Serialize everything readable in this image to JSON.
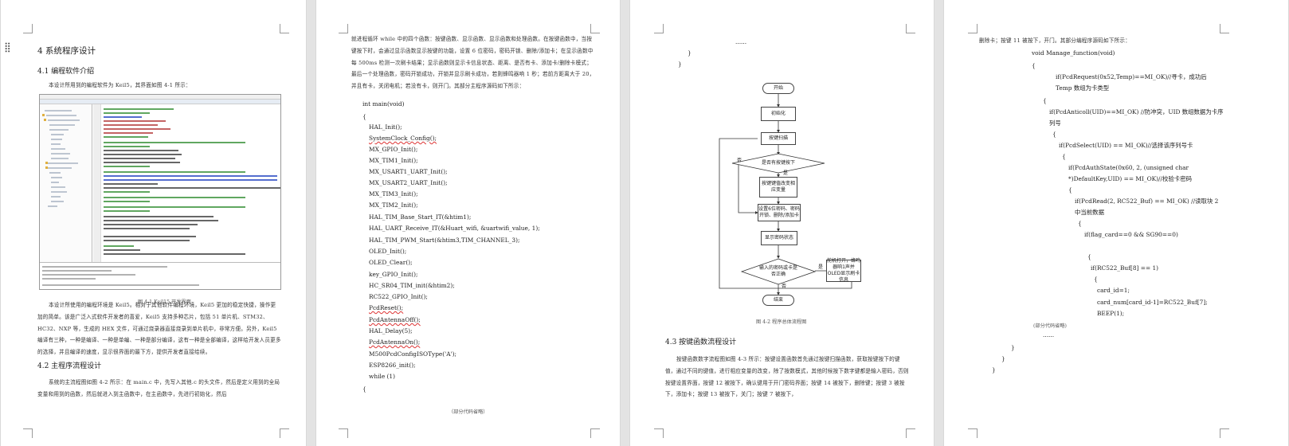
{
  "page1": {
    "chapter_title": "4  系统程序设计",
    "section_1": "4.1  编程软件介绍",
    "intro": "本设计所用到的编程软件为 Keil5，其界面如图 4-1 所示：",
    "figure_caption": "图 4-1  Keil15 开发界面",
    "para_1": "本设计所使用的编程环境是 Keil5。相对于其他软件编程环境，Keil5 更加的稳定快捷，操作更加的简单。该是广泛入式软件开发者的喜爱，Keil5 支持多种芯片，包括 51 单片机、STM32、HC32、NXP 等，生成的 HEX 文件，可通过烧录器直接烧录到单片机中，非常方便。另外，Keil5 编译有三种，一种是编译、一种是单编、一种是部分编译，这有一种是全部编译，这样给开发人员更多的选择，并且编译的速度，显示很界面的最下方，提供开发者直接给续。",
    "section_2": "4.2  主程序流程设计",
    "para_2": "系统的主流程图如图 4-2 所示：在 main.c 中，先写入其他.c 的头文件，然后是定义用到的全局变量和用到的函数，然后就进入到主函数中，在主函数中，先进行初始化，然后"
  },
  "page2": {
    "para": "就进程循环 while 中的四个函数：按键函数、显示函数、显示函数和处理函数。在按键函数中，当按键按下时，会通过显示函数显示按键的功能，设置 6 位密码，密码开锁、删除/添加卡；在显示函数中每 500ms 检测一次刷卡结果；显示函数则显示卡信息状态、距离、是否有卡、添加卡/删除卡模式；最后一个处理函数，密码开锁成功，开锁并显示刷卡成功，若则蜂鸣器响 1 秒；若前方距离大于 20，并且有卡，关闭电机；若没有卡，则开门。其部分主程序源码如下所示：",
    "code": [
      "int main(void)",
      "{",
      "HAL_Init();",
      "SystemClock_Config();",
      "MX_GPIO_Init();",
      "MX_TIM1_Init();",
      "MX_USART1_UART_Init();",
      "MX_USART2_UART_Init();",
      "MX_TIM3_Init();",
      "MX_TIM2_Init();",
      "HAL_TIM_Base_Start_IT(&htim1);",
      "HAL_UART_Receive_IT(&Huart_wifi, &uartwifi_value, 1);",
      "HAL_TIM_PWM_Start(&htim3,TIM_CHANNEL_3);",
      "OLED_Init();",
      "OLED_Clear();",
      "key_GPIO_Init();",
      " HC_SR04_TIM_init(&htim2);",
      "RC522_GPIO_Init();",
      "PcdReset();",
      "PcdAntennaOff();",
      "HAL_Delay(5);",
      "PcdAntennaOn();",
      "M500PcdConfigISOType('A');",
      "ESP8266_init();",
      "while (1)",
      "{"
    ],
    "omitted": "（部分代码省略）"
  },
  "page3": {
    "dots": "......",
    "brace1": "}",
    "brace2": "}",
    "flow": {
      "start": "开始",
      "init": "初始化",
      "scan": "按键扫描",
      "decision1": "是否有按键按下",
      "yes": "是",
      "no": "否",
      "action": "按键键值改变相应变量",
      "mode": "设置6位密码、密码开锁、删除/添加卡",
      "display": "显示密码状态",
      "decision2": "输入的密码或卡是否正确",
      "ok_action": "舵机打开，蜂鸣器响1声并OLED显示刷卡信息",
      "end": "结束"
    },
    "figure_caption": "图 4-2    程序总体流程图",
    "section_3": "4.3  按键函数流程设计",
    "para": "按键函数数字流程图如图 4-3 所示：按键设置函数首先通过按键扫描函数，获取按键按下的键值，通过不同的键值，进行相应变量的改变，除了按数模式，其他时候按下数字键都是输入密码，否则按键设置界面，按键 12 被按下，确认键用于开门密码界面；按键 14 被按下，删除键；按键 3 被按下，添加卡；按键 13 被按下，关门；按键 7 被按下，"
  },
  "page4": {
    "intro": "删除卡；按键 11 被按下，开门。其部分编程序源码如下所示：",
    "code": [
      "void Manage_function(void)",
      "{",
      "if(PcdRequest(0x52,Temp)==MI_OK)//寻卡，成功后 Temp 数组为卡类型",
      "{",
      "if(PcdAnticoll(UID)==MI_OK)          //防冲突，UID 数组数据为卡序列号",
      "{",
      "if(PcdSelect(UID) == MI_OK)//选择该序列号卡",
      "{",
      "if(PcdAuthState(0x60, 2,      (unsigned char *)DefaultKey,UID) == MI_OK)//校验卡密码",
      "{",
      "if(PcdRead(2, RC522_Buf) == MI_OK)   //读取块 2 中当前数据",
      "{",
      "if(flag_card==0 && SG90==0)",
      "{",
      "if(RC522_Buf[8] == 1)",
      "{",
      "card_id=1;",
      "card_num[card_id-1]=RC522_Buf[7];",
      "BEEP(1);",
      "(部分代码省略)",
      "......",
      "}",
      "}",
      "}"
    ]
  }
}
